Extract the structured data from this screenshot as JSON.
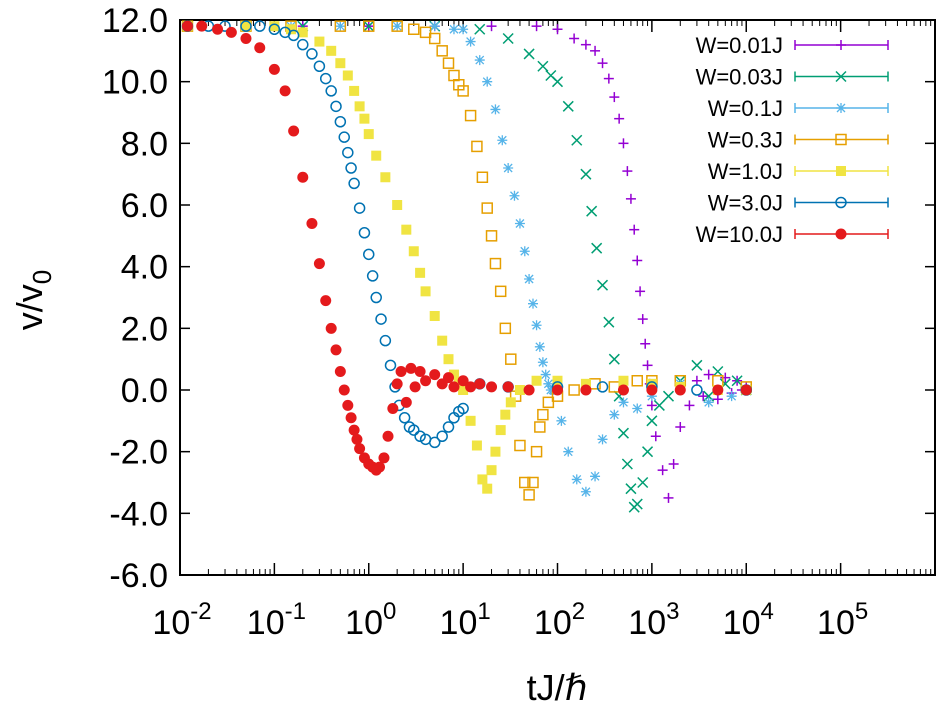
{
  "chart_data": {
    "type": "scatter",
    "xlabel": "tJ/ℏ",
    "ylabel": {
      "base": "v/v",
      "sub": "0"
    },
    "x_scale": "log",
    "xlim": [
      0.01,
      1000000
    ],
    "ylim": [
      -6.0,
      12.0
    ],
    "x_ticks": [
      {
        "base": "10",
        "exp": "-2",
        "value": 0.01
      },
      {
        "base": "10",
        "exp": "-1",
        "value": 0.1
      },
      {
        "base": "10",
        "exp": "0",
        "value": 1
      },
      {
        "base": "10",
        "exp": "1",
        "value": 10
      },
      {
        "base": "10",
        "exp": "2",
        "value": 100
      },
      {
        "base": "10",
        "exp": "3",
        "value": 1000
      },
      {
        "base": "10",
        "exp": "4",
        "value": 10000
      },
      {
        "base": "10",
        "exp": "5",
        "value": 100000
      }
    ],
    "y_ticks": [
      "12.0",
      "10.0",
      "8.0",
      "6.0",
      "4.0",
      "2.0",
      "0.0",
      "-2.0",
      "-4.0",
      "-6.0"
    ],
    "y_tick_values": [
      12,
      10,
      8,
      6,
      4,
      2,
      0,
      -2,
      -4,
      -6
    ],
    "legend_position": "top-right",
    "series": [
      {
        "name": "W=0.01J",
        "color": "#9400d3",
        "marker": "plus",
        "x": [
          0.012,
          0.05,
          0.2,
          1,
          5,
          20,
          60,
          100,
          150,
          200,
          250,
          300,
          350,
          400,
          450,
          500,
          550,
          600,
          650,
          700,
          750,
          800,
          850,
          900,
          950,
          1000,
          1100,
          1300,
          1500,
          1700,
          2000,
          2500,
          3000,
          3500,
          4000,
          5000,
          6000,
          7000,
          8000,
          9000,
          10000
        ],
        "y": [
          11.8,
          11.8,
          11.8,
          11.8,
          11.8,
          11.8,
          11.8,
          11.7,
          11.4,
          11.2,
          11.0,
          10.6,
          10.1,
          9.5,
          8.8,
          8.0,
          7.1,
          6.2,
          5.2,
          4.2,
          3.2,
          2.3,
          1.5,
          0.8,
          0.2,
          -0.5,
          -1.5,
          -2.6,
          -3.5,
          -2.4,
          -1.2,
          -0.5,
          0.3,
          -0.2,
          0.5,
          -0.3,
          0.4,
          -0.1,
          0.3,
          0.0,
          0.1
        ]
      },
      {
        "name": "W=0.03J",
        "color": "#009e73",
        "marker": "cross",
        "x": [
          0.012,
          0.05,
          0.2,
          1,
          5,
          15,
          30,
          50,
          70,
          85,
          100,
          130,
          160,
          200,
          230,
          260,
          300,
          350,
          400,
          450,
          500,
          550,
          600,
          650,
          700,
          800,
          900,
          1000,
          1200,
          1500,
          2000,
          3000,
          4000,
          5000,
          6000,
          8000,
          10000
        ],
        "y": [
          11.8,
          11.8,
          11.8,
          11.8,
          11.8,
          11.7,
          11.4,
          10.9,
          10.5,
          10.2,
          10.0,
          9.2,
          8.1,
          7.0,
          5.8,
          4.6,
          3.4,
          2.2,
          1.0,
          -0.2,
          -1.4,
          -2.4,
          -3.2,
          -3.8,
          -3.7,
          -3.0,
          -2.0,
          -1.0,
          -0.5,
          -0.2,
          0.3,
          0.8,
          -0.2,
          0.6,
          0.2,
          0.3,
          0.0
        ]
      },
      {
        "name": "W=0.1J",
        "color": "#56b4e9",
        "marker": "star",
        "x": [
          0.012,
          0.05,
          0.15,
          0.5,
          2,
          5,
          8,
          10,
          12,
          15,
          18,
          22,
          26,
          30,
          35,
          40,
          45,
          50,
          55,
          60,
          65,
          70,
          75,
          80,
          85,
          90,
          95,
          100,
          110,
          130,
          160,
          200,
          250,
          300,
          400,
          500,
          700,
          1000,
          2000,
          4000,
          7000,
          10000
        ],
        "y": [
          11.8,
          11.8,
          11.8,
          11.8,
          11.8,
          11.8,
          11.7,
          11.7,
          11.3,
          10.7,
          10.0,
          9.1,
          8.1,
          7.2,
          6.3,
          5.4,
          4.5,
          3.6,
          2.8,
          2.1,
          1.4,
          0.9,
          0.5,
          0.2,
          0.0,
          0.0,
          0.0,
          0.0,
          -1.0,
          -2.0,
          -2.9,
          -3.3,
          -2.8,
          -1.6,
          -0.8,
          -0.4,
          -0.6,
          -0.2,
          0.2,
          -0.4,
          -0.2,
          0.0
        ]
      },
      {
        "name": "W=0.3J",
        "color": "#e69f00",
        "marker": "square-open",
        "x": [
          0.012,
          0.05,
          0.15,
          0.5,
          1,
          2,
          3,
          4,
          5,
          6,
          7,
          8,
          9,
          10,
          12,
          14,
          16,
          18,
          20,
          22,
          25,
          28,
          32,
          36,
          40,
          45,
          50,
          55,
          60,
          65,
          70,
          80,
          100,
          150,
          250,
          400,
          700,
          1000,
          2000,
          5000,
          10000
        ],
        "y": [
          11.8,
          11.8,
          11.8,
          11.8,
          11.8,
          11.8,
          11.7,
          11.6,
          11.4,
          11.0,
          10.6,
          10.2,
          9.9,
          9.7,
          8.9,
          7.9,
          6.9,
          5.9,
          5.0,
          4.1,
          3.2,
          2.0,
          1.0,
          -0.2,
          -1.8,
          -3.0,
          -3.4,
          -3.0,
          -2.0,
          -1.2,
          -0.8,
          -0.4,
          -0.2,
          0.0,
          0.2,
          0.1,
          0.3,
          0.3,
          0.3,
          0.3,
          0.1
        ]
      },
      {
        "name": "W=1.0J",
        "color": "#f0e442",
        "marker": "square-filled",
        "x": [
          0.012,
          0.05,
          0.1,
          0.15,
          0.2,
          0.3,
          0.4,
          0.5,
          0.6,
          0.7,
          0.8,
          0.9,
          1.0,
          1.2,
          1.5,
          2,
          2.5,
          3,
          3.5,
          4,
          5,
          6,
          7,
          8,
          9,
          10,
          12,
          14,
          16,
          18,
          20,
          22,
          25,
          28,
          32,
          40,
          60,
          100,
          200,
          500,
          1000,
          2000,
          5000,
          10000
        ],
        "y": [
          11.8,
          11.8,
          11.8,
          11.7,
          11.6,
          11.3,
          11.0,
          10.6,
          10.2,
          9.7,
          9.2,
          8.8,
          8.3,
          7.6,
          6.9,
          6.0,
          5.2,
          4.5,
          3.8,
          3.2,
          2.4,
          1.6,
          1.0,
          0.5,
          0.2,
          0.0,
          -1.0,
          -1.8,
          -2.9,
          -3.2,
          -2.6,
          -2.0,
          -1.3,
          -0.8,
          -0.4,
          0.0,
          0.3,
          0.3,
          0.2,
          0.3,
          0.2,
          0.1,
          0.0,
          0.0
        ]
      },
      {
        "name": "W=3.0J",
        "color": "#0072b2",
        "marker": "circle-open",
        "x": [
          0.012,
          0.02,
          0.03,
          0.05,
          0.07,
          0.1,
          0.13,
          0.16,
          0.2,
          0.25,
          0.3,
          0.35,
          0.4,
          0.45,
          0.5,
          0.55,
          0.6,
          0.65,
          0.7,
          0.8,
          0.9,
          1.0,
          1.1,
          1.2,
          1.35,
          1.5,
          1.7,
          1.9,
          2.1,
          2.4,
          2.7,
          3.0,
          3.5,
          4,
          5,
          6,
          7,
          8,
          9,
          10,
          15,
          30,
          100,
          300,
          1000,
          3000,
          10000
        ],
        "y": [
          11.8,
          11.8,
          11.8,
          11.8,
          11.8,
          11.7,
          11.6,
          11.5,
          11.2,
          10.9,
          10.5,
          10.1,
          9.7,
          9.2,
          8.7,
          8.2,
          7.7,
          7.2,
          6.7,
          5.9,
          5.1,
          4.4,
          3.7,
          3.0,
          2.3,
          1.6,
          0.8,
          0.1,
          -0.5,
          -0.9,
          -1.2,
          -1.3,
          -1.5,
          -1.6,
          -1.7,
          -1.5,
          -1.2,
          -0.9,
          -0.7,
          -0.6,
          0.2,
          0.1,
          0.1,
          0.1,
          0.1,
          0.0,
          0.0
        ]
      },
      {
        "name": "W=10.0J",
        "color": "#e41a1c",
        "marker": "circle-filled",
        "x": [
          0.012,
          0.017,
          0.025,
          0.035,
          0.05,
          0.07,
          0.1,
          0.13,
          0.16,
          0.2,
          0.25,
          0.3,
          0.35,
          0.4,
          0.45,
          0.5,
          0.55,
          0.6,
          0.65,
          0.7,
          0.75,
          0.8,
          0.9,
          1.0,
          1.1,
          1.2,
          1.3,
          1.45,
          1.6,
          1.8,
          2.0,
          2.2,
          2.5,
          2.8,
          3.1,
          3.5,
          4,
          5,
          6,
          7,
          8,
          10,
          12,
          15,
          20,
          30,
          50,
          100,
          200,
          500,
          1000,
          2000,
          5000,
          10000
        ],
        "y": [
          11.8,
          11.8,
          11.7,
          11.6,
          11.4,
          11.1,
          10.4,
          9.7,
          8.4,
          6.9,
          5.4,
          4.1,
          2.9,
          2.0,
          1.3,
          0.6,
          0.0,
          -0.5,
          -0.9,
          -1.3,
          -1.6,
          -1.9,
          -2.2,
          -2.4,
          -2.5,
          -2.6,
          -2.5,
          -2.2,
          -1.5,
          -0.6,
          0.2,
          0.6,
          -0.4,
          0.7,
          0.1,
          0.6,
          0.3,
          0.5,
          0.2,
          0.4,
          0.1,
          0.3,
          0.1,
          0.2,
          0.1,
          0.1,
          0.0,
          0.0,
          0.0,
          0.0,
          0.0,
          0.0,
          0.0,
          0.0
        ]
      }
    ]
  }
}
